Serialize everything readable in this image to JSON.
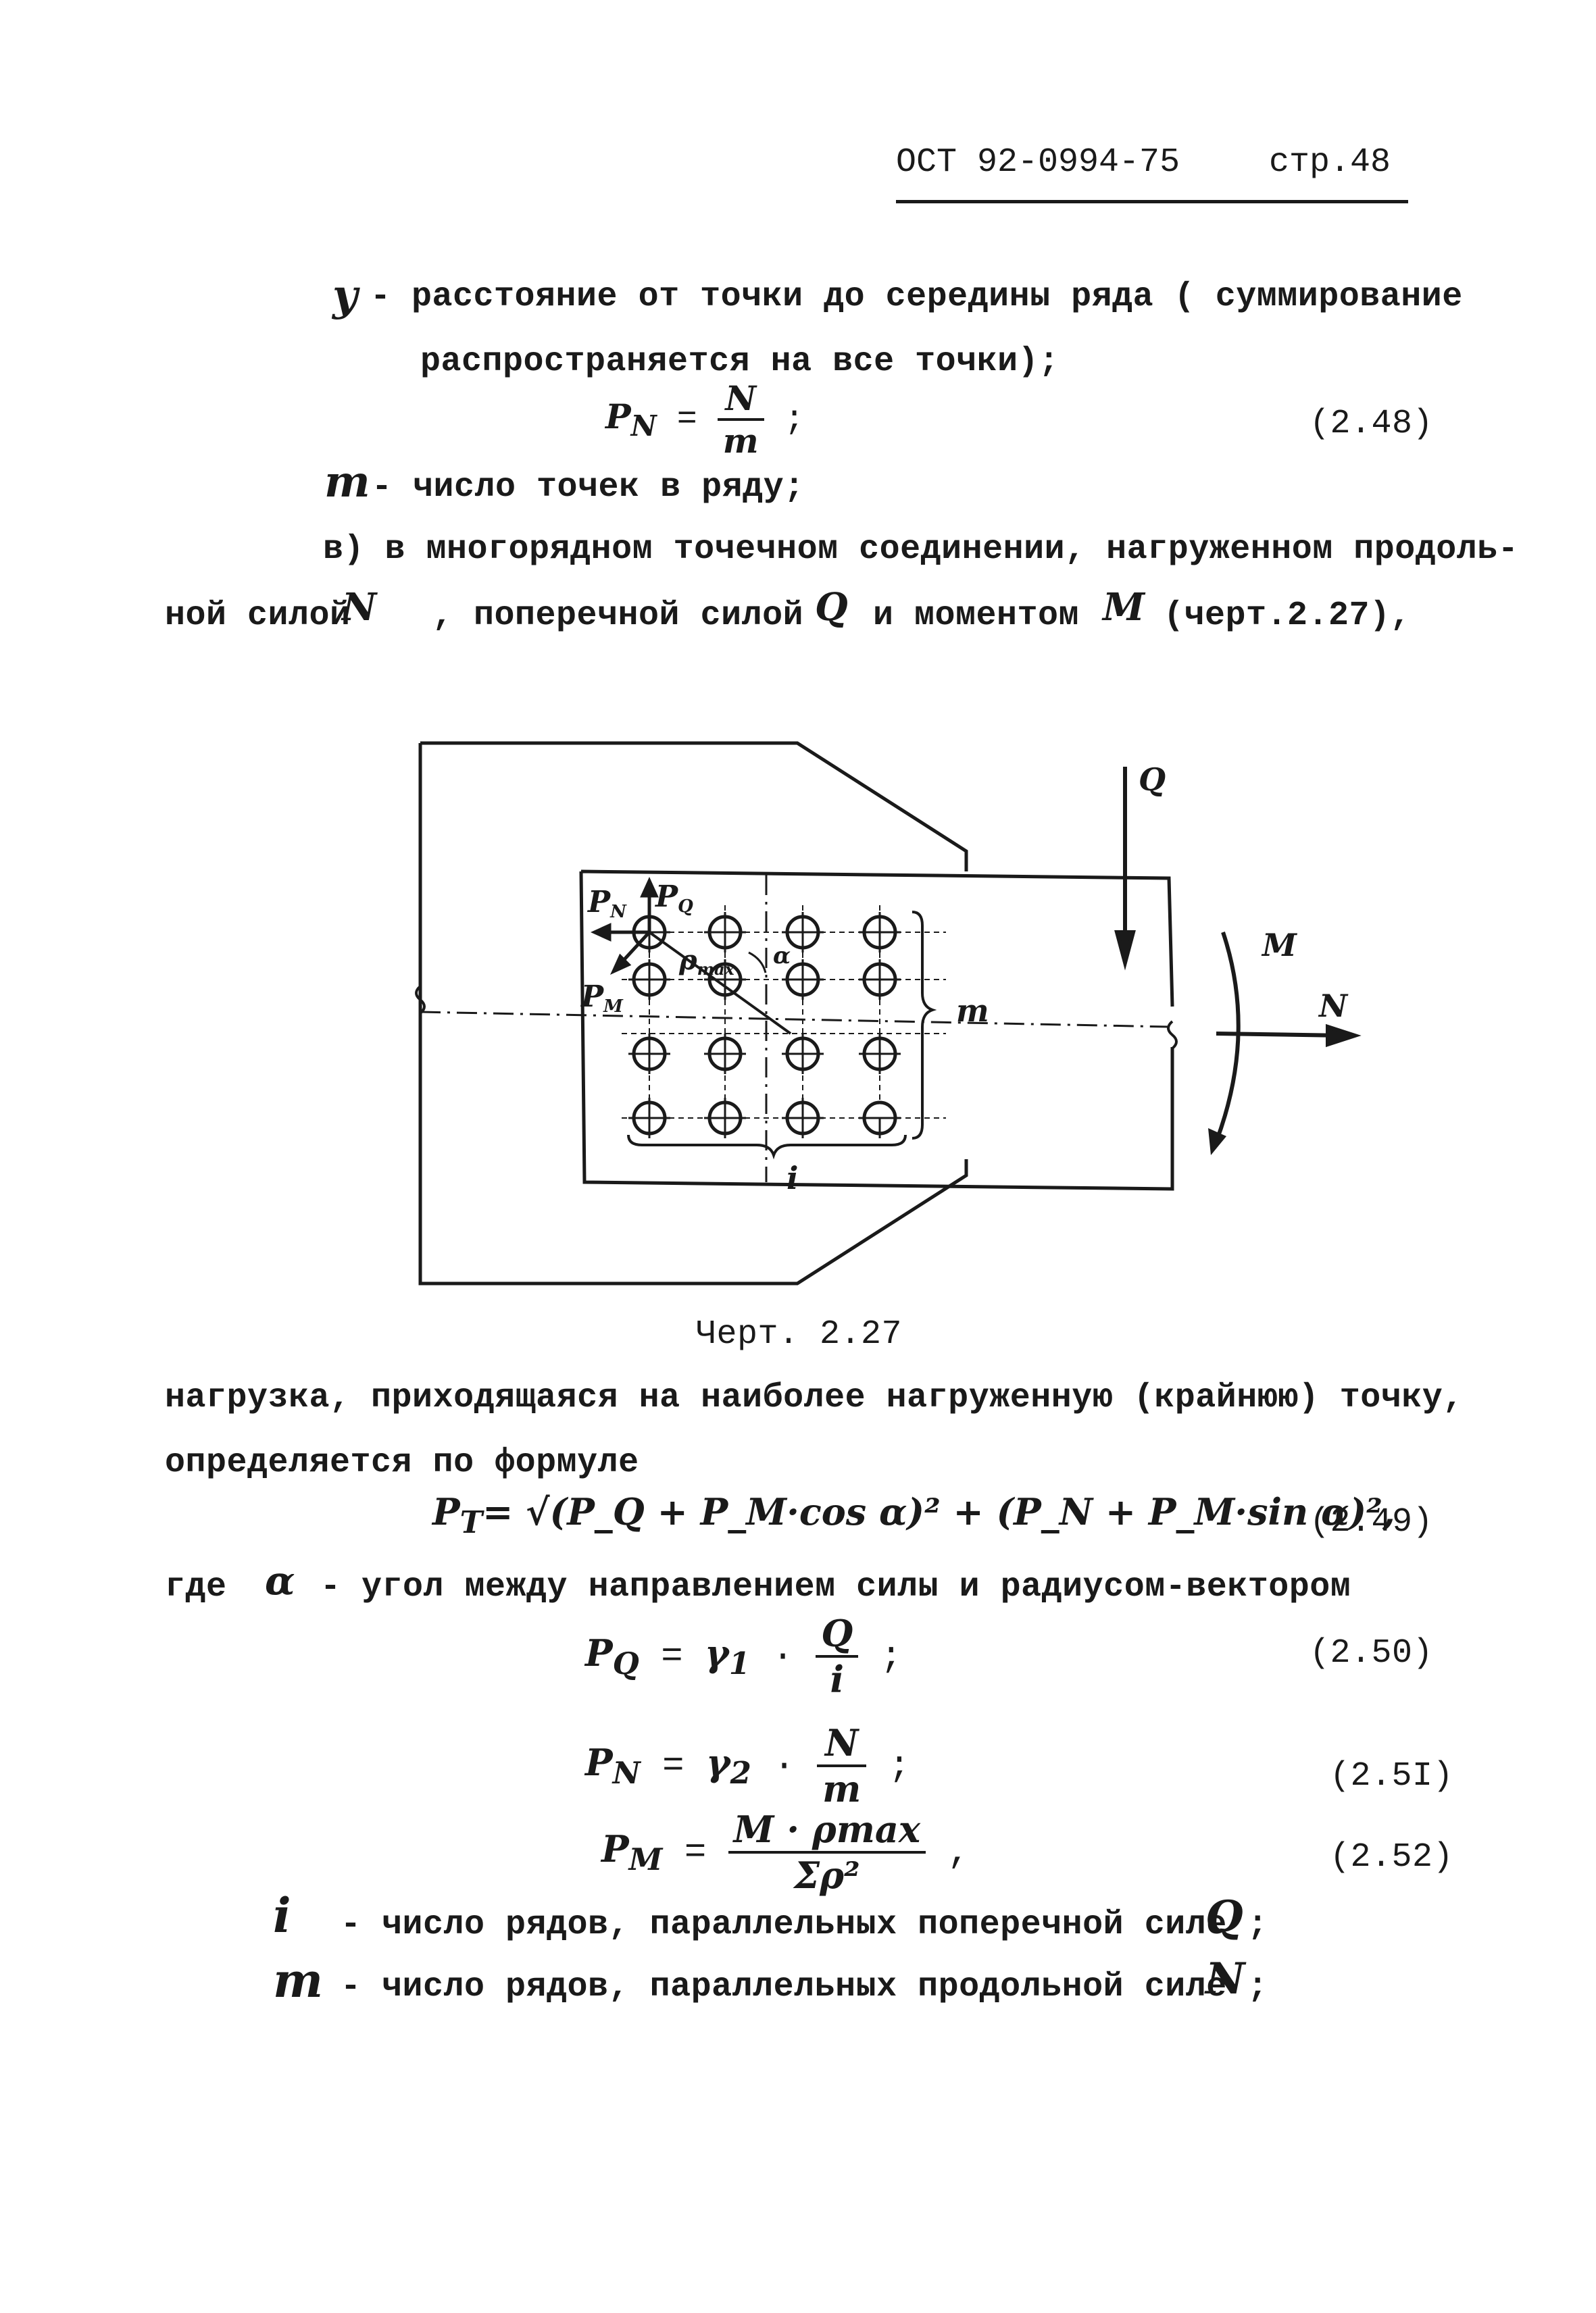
{
  "header": {
    "doc_code": "ОСТ 92-0994-75",
    "page": "стр.48"
  },
  "intro": {
    "y_symbol": "у",
    "y_def_1": "- расстояние от точки до середины ряда ( суммирование",
    "y_def_2": "распространяется на все точки);",
    "eq_248": {
      "lhs": "P",
      "lhs_sub": "N",
      "num": "N",
      "den": "m",
      "tail": ";",
      "number": "(2.48)"
    },
    "m_symbol": "m",
    "m_def": "- число точек в ряду;",
    "item_v_1": "в) в многорядном точечном соединении, нагруженном продоль-",
    "item_v_2a": "ной силой",
    "item_v_N": "N",
    "item_v_2b": ", поперечной силой",
    "item_v_Q": "Q",
    "item_v_2c": "и моментом",
    "item_v_M": "M",
    "item_v_2d": "(черт.2.27),"
  },
  "figure": {
    "caption": "Черт. 2.27",
    "labels": {
      "Q": "Q",
      "M": "M",
      "N": "N",
      "m": "m",
      "i": "i",
      "PN": "P",
      "PN_sub": "N",
      "PQ": "P",
      "PQ_sub": "Q",
      "PM": "P",
      "PM_sub": "M",
      "rho": "ρ",
      "rho_sub": "max",
      "alpha": "α"
    }
  },
  "body": {
    "line1": "нагрузка, приходящаяся на наиболее нагруженную (крайнюю) точку,",
    "line2": "определяется по формуле",
    "eq_249": {
      "text": "P",
      "sub": "T",
      "rhs": "= √(P_Q + P_M·cos α)² + (P_N + P_M·sin α)²,",
      "number": "(2.49)"
    },
    "where": "где",
    "alpha": "α",
    "alpha_def": "- угол между направлением силы и радиусом-вектором",
    "eq_250": {
      "lhs": "P",
      "lhs_sub": "Q",
      "coef": "γ",
      "coef_sub": "1",
      "num": "Q",
      "den": "i",
      "tail": ";",
      "number": "(2.50)"
    },
    "eq_251": {
      "lhs": "P",
      "lhs_sub": "N",
      "coef": "γ",
      "coef_sub": "2",
      "num": "N",
      "den": "m",
      "tail": ";",
      "number": "(2.5I)"
    },
    "eq_252": {
      "lhs": "P",
      "lhs_sub": "M",
      "num": "M · ρmax",
      "den": "Σρ²",
      "tail": ",",
      "number": "(2.52)"
    },
    "i_symbol": "i",
    "i_def": "- число рядов, параллельных поперечной силе",
    "i_force": "Q",
    "i_end": ";",
    "m2_symbol": "m",
    "m2_def": "- число рядов, параллельных продольной силе",
    "m2_force": "N",
    "m2_end": ";"
  }
}
